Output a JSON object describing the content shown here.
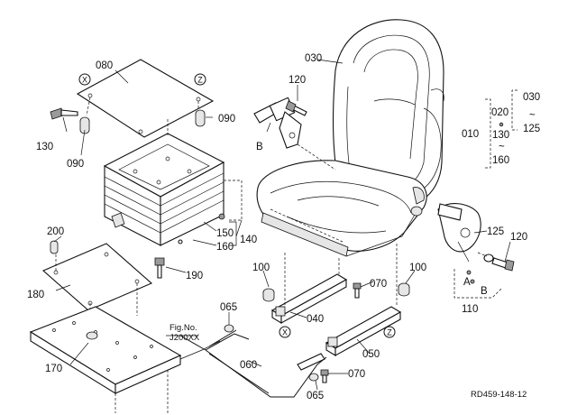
{
  "diagram": {
    "reference": "RD459-148-12",
    "fig_no": "Fig.No.",
    "fig_code": "J200XX",
    "markers": {
      "x": "X",
      "z": "Z",
      "a": "A",
      "b": "B"
    },
    "labels": {
      "p010": "010",
      "p020": "020",
      "p030": "030",
      "p030b": "030",
      "p040": "040",
      "p050": "050",
      "p060": "060",
      "p065a": "065",
      "p065b": "065",
      "p070a": "070",
      "p070b": "070",
      "p080": "080",
      "p090a": "090",
      "p090b": "090",
      "p100a": "100",
      "p100b": "100",
      "p110": "110",
      "p120a": "120",
      "p120b": "120",
      "p125a": "125",
      "p125b": "125",
      "p130a": "130",
      "p130b": "130",
      "p140": "140",
      "p150": "150",
      "p160a": "160",
      "p160b": "160",
      "p170": "170",
      "p180": "180",
      "p190": "190",
      "p200": "200"
    },
    "tilde": "~"
  }
}
